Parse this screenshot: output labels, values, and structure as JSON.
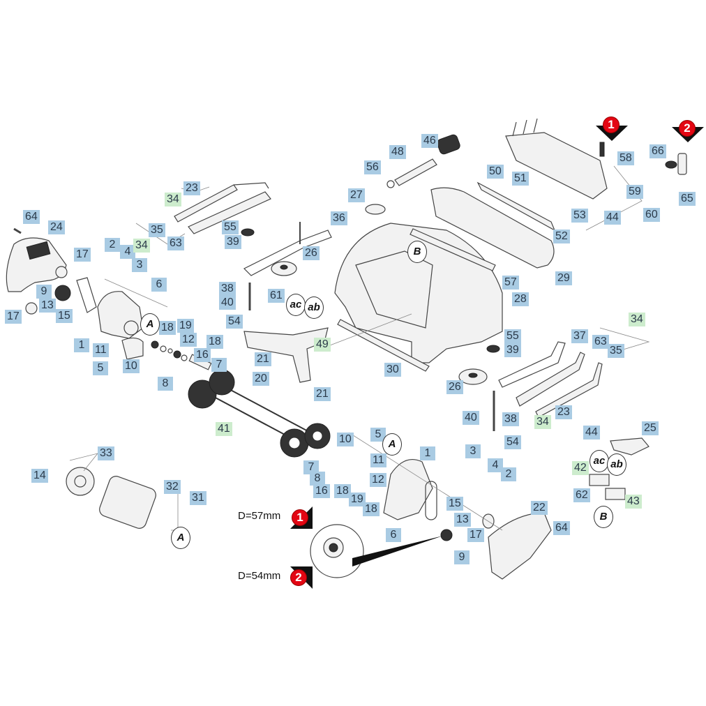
{
  "diagram": {
    "type": "exploded-parts-view",
    "labels": [
      {
        "id": "l64a",
        "text": "64",
        "kind": "part"
      },
      {
        "id": "l24",
        "text": "24",
        "kind": "part"
      },
      {
        "id": "l17a",
        "text": "17",
        "kind": "part"
      },
      {
        "id": "l2a",
        "text": "2",
        "kind": "part"
      },
      {
        "id": "l4a",
        "text": "4",
        "kind": "part"
      },
      {
        "id": "l3a",
        "text": "3",
        "kind": "part"
      },
      {
        "id": "l6a",
        "text": "6",
        "kind": "part"
      },
      {
        "id": "l9a",
        "text": "9",
        "kind": "part"
      },
      {
        "id": "l13a",
        "text": "13",
        "kind": "part"
      },
      {
        "id": "l15a",
        "text": "15",
        "kind": "part"
      },
      {
        "id": "l17b",
        "text": "17",
        "kind": "part"
      },
      {
        "id": "l1a",
        "text": "1",
        "kind": "part"
      },
      {
        "id": "l11a",
        "text": "11",
        "kind": "part"
      },
      {
        "id": "l5a",
        "text": "5",
        "kind": "part"
      },
      {
        "id": "l10a",
        "text": "10",
        "kind": "part"
      },
      {
        "id": "l18a",
        "text": "18",
        "kind": "part"
      },
      {
        "id": "l19a",
        "text": "19",
        "kind": "part"
      },
      {
        "id": "l12a",
        "text": "12",
        "kind": "part"
      },
      {
        "id": "l18b",
        "text": "18",
        "kind": "part"
      },
      {
        "id": "l16a",
        "text": "16",
        "kind": "part"
      },
      {
        "id": "l7a",
        "text": "7",
        "kind": "part"
      },
      {
        "id": "l8a",
        "text": "8",
        "kind": "part"
      },
      {
        "id": "l23a",
        "text": "23",
        "kind": "part"
      },
      {
        "id": "l34a",
        "text": "34",
        "kind": "assembly"
      },
      {
        "id": "l35a",
        "text": "35",
        "kind": "part"
      },
      {
        "id": "l34b",
        "text": "34",
        "kind": "assembly"
      },
      {
        "id": "l63a",
        "text": "63",
        "kind": "part"
      },
      {
        "id": "l55a",
        "text": "55",
        "kind": "part"
      },
      {
        "id": "l39a",
        "text": "39",
        "kind": "part"
      },
      {
        "id": "l36",
        "text": "36",
        "kind": "part"
      },
      {
        "id": "l26a",
        "text": "26",
        "kind": "part"
      },
      {
        "id": "l38a",
        "text": "38",
        "kind": "part"
      },
      {
        "id": "l40a",
        "text": "40",
        "kind": "part"
      },
      {
        "id": "l54a",
        "text": "54",
        "kind": "part"
      },
      {
        "id": "l61",
        "text": "61",
        "kind": "part"
      },
      {
        "id": "l49",
        "text": "49",
        "kind": "assembly"
      },
      {
        "id": "l21a",
        "text": "21",
        "kind": "part"
      },
      {
        "id": "l20",
        "text": "20",
        "kind": "part"
      },
      {
        "id": "l21b",
        "text": "21",
        "kind": "part"
      },
      {
        "id": "l41",
        "text": "41",
        "kind": "assembly"
      },
      {
        "id": "l48",
        "text": "48",
        "kind": "part"
      },
      {
        "id": "l46",
        "text": "46",
        "kind": "part"
      },
      {
        "id": "l56",
        "text": "56",
        "kind": "part"
      },
      {
        "id": "l27",
        "text": "27",
        "kind": "part"
      },
      {
        "id": "l50",
        "text": "50",
        "kind": "part"
      },
      {
        "id": "l51",
        "text": "51",
        "kind": "part"
      },
      {
        "id": "l53",
        "text": "53",
        "kind": "part"
      },
      {
        "id": "l52",
        "text": "52",
        "kind": "part"
      },
      {
        "id": "l29",
        "text": "29",
        "kind": "part"
      },
      {
        "id": "l57",
        "text": "57",
        "kind": "part"
      },
      {
        "id": "l28",
        "text": "28",
        "kind": "part"
      },
      {
        "id": "l30",
        "text": "30",
        "kind": "part"
      },
      {
        "id": "l58",
        "text": "58",
        "kind": "part"
      },
      {
        "id": "l59",
        "text": "59",
        "kind": "part"
      },
      {
        "id": "l44a",
        "text": "44",
        "kind": "part"
      },
      {
        "id": "l60",
        "text": "60",
        "kind": "part"
      },
      {
        "id": "l66",
        "text": "66",
        "kind": "part"
      },
      {
        "id": "l65",
        "text": "65",
        "kind": "part"
      },
      {
        "id": "l55b",
        "text": "55",
        "kind": "part"
      },
      {
        "id": "l39b",
        "text": "39",
        "kind": "part"
      },
      {
        "id": "l37",
        "text": "37",
        "kind": "part"
      },
      {
        "id": "l34c",
        "text": "34",
        "kind": "assembly"
      },
      {
        "id": "l63b",
        "text": "63",
        "kind": "part"
      },
      {
        "id": "l35b",
        "text": "35",
        "kind": "part"
      },
      {
        "id": "l26b",
        "text": "26",
        "kind": "part"
      },
      {
        "id": "l23b",
        "text": "23",
        "kind": "part"
      },
      {
        "id": "l34d",
        "text": "34",
        "kind": "assembly"
      },
      {
        "id": "l40b",
        "text": "40",
        "kind": "part"
      },
      {
        "id": "l38b",
        "text": "38",
        "kind": "part"
      },
      {
        "id": "l54b",
        "text": "54",
        "kind": "part"
      },
      {
        "id": "l44b",
        "text": "44",
        "kind": "part"
      },
      {
        "id": "l25",
        "text": "25",
        "kind": "part"
      },
      {
        "id": "l42",
        "text": "42",
        "kind": "assembly"
      },
      {
        "id": "l62",
        "text": "62",
        "kind": "part"
      },
      {
        "id": "l43",
        "text": "43",
        "kind": "assembly"
      },
      {
        "id": "l33",
        "text": "33",
        "kind": "part"
      },
      {
        "id": "l14",
        "text": "14",
        "kind": "part"
      },
      {
        "id": "l32",
        "text": "32",
        "kind": "part"
      },
      {
        "id": "l31",
        "text": "31",
        "kind": "part"
      },
      {
        "id": "l10b",
        "text": "10",
        "kind": "part"
      },
      {
        "id": "l5b",
        "text": "5",
        "kind": "part"
      },
      {
        "id": "l11b",
        "text": "11",
        "kind": "part"
      },
      {
        "id": "l7b",
        "text": "7",
        "kind": "part"
      },
      {
        "id": "l8b",
        "text": "8",
        "kind": "part"
      },
      {
        "id": "l16b",
        "text": "16",
        "kind": "part"
      },
      {
        "id": "l18c",
        "text": "18",
        "kind": "part"
      },
      {
        "id": "l19b",
        "text": "19",
        "kind": "part"
      },
      {
        "id": "l12b",
        "text": "12",
        "kind": "part"
      },
      {
        "id": "l18d",
        "text": "18",
        "kind": "part"
      },
      {
        "id": "l1b",
        "text": "1",
        "kind": "part"
      },
      {
        "id": "l3b",
        "text": "3",
        "kind": "part"
      },
      {
        "id": "l4b",
        "text": "4",
        "kind": "part"
      },
      {
        "id": "l2b",
        "text": "2",
        "kind": "part"
      },
      {
        "id": "l15b",
        "text": "15",
        "kind": "part"
      },
      {
        "id": "l13b",
        "text": "13",
        "kind": "part"
      },
      {
        "id": "l6b",
        "text": "6",
        "kind": "part"
      },
      {
        "id": "l9b",
        "text": "9",
        "kind": "part"
      },
      {
        "id": "l17c",
        "text": "17",
        "kind": "part"
      },
      {
        "id": "l22",
        "text": "22",
        "kind": "part"
      },
      {
        "id": "l64b",
        "text": "64",
        "kind": "part"
      }
    ],
    "reference_markers": [
      {
        "id": "A1",
        "text": "A"
      },
      {
        "id": "A2",
        "text": "A"
      },
      {
        "id": "A3",
        "text": "A"
      },
      {
        "id": "B1",
        "text": "B"
      },
      {
        "id": "B2",
        "text": "B"
      },
      {
        "id": "ac1",
        "text": "ac"
      },
      {
        "id": "ab1",
        "text": "ab"
      },
      {
        "id": "ac2",
        "text": "ac"
      },
      {
        "id": "ab2",
        "text": "ab"
      }
    ],
    "variant_markers": [
      {
        "id": "v1top",
        "text": "1"
      },
      {
        "id": "v2top",
        "text": "2"
      }
    ],
    "notes": [
      {
        "id": "n1",
        "text": "D=57mm",
        "variant": "1"
      },
      {
        "id": "n2",
        "text": "D=54mm",
        "variant": "2"
      }
    ],
    "colors": {
      "part_label": "#a9cbe3",
      "assembly_label": "#cdeccd",
      "variant_marker": "#e30613"
    }
  }
}
